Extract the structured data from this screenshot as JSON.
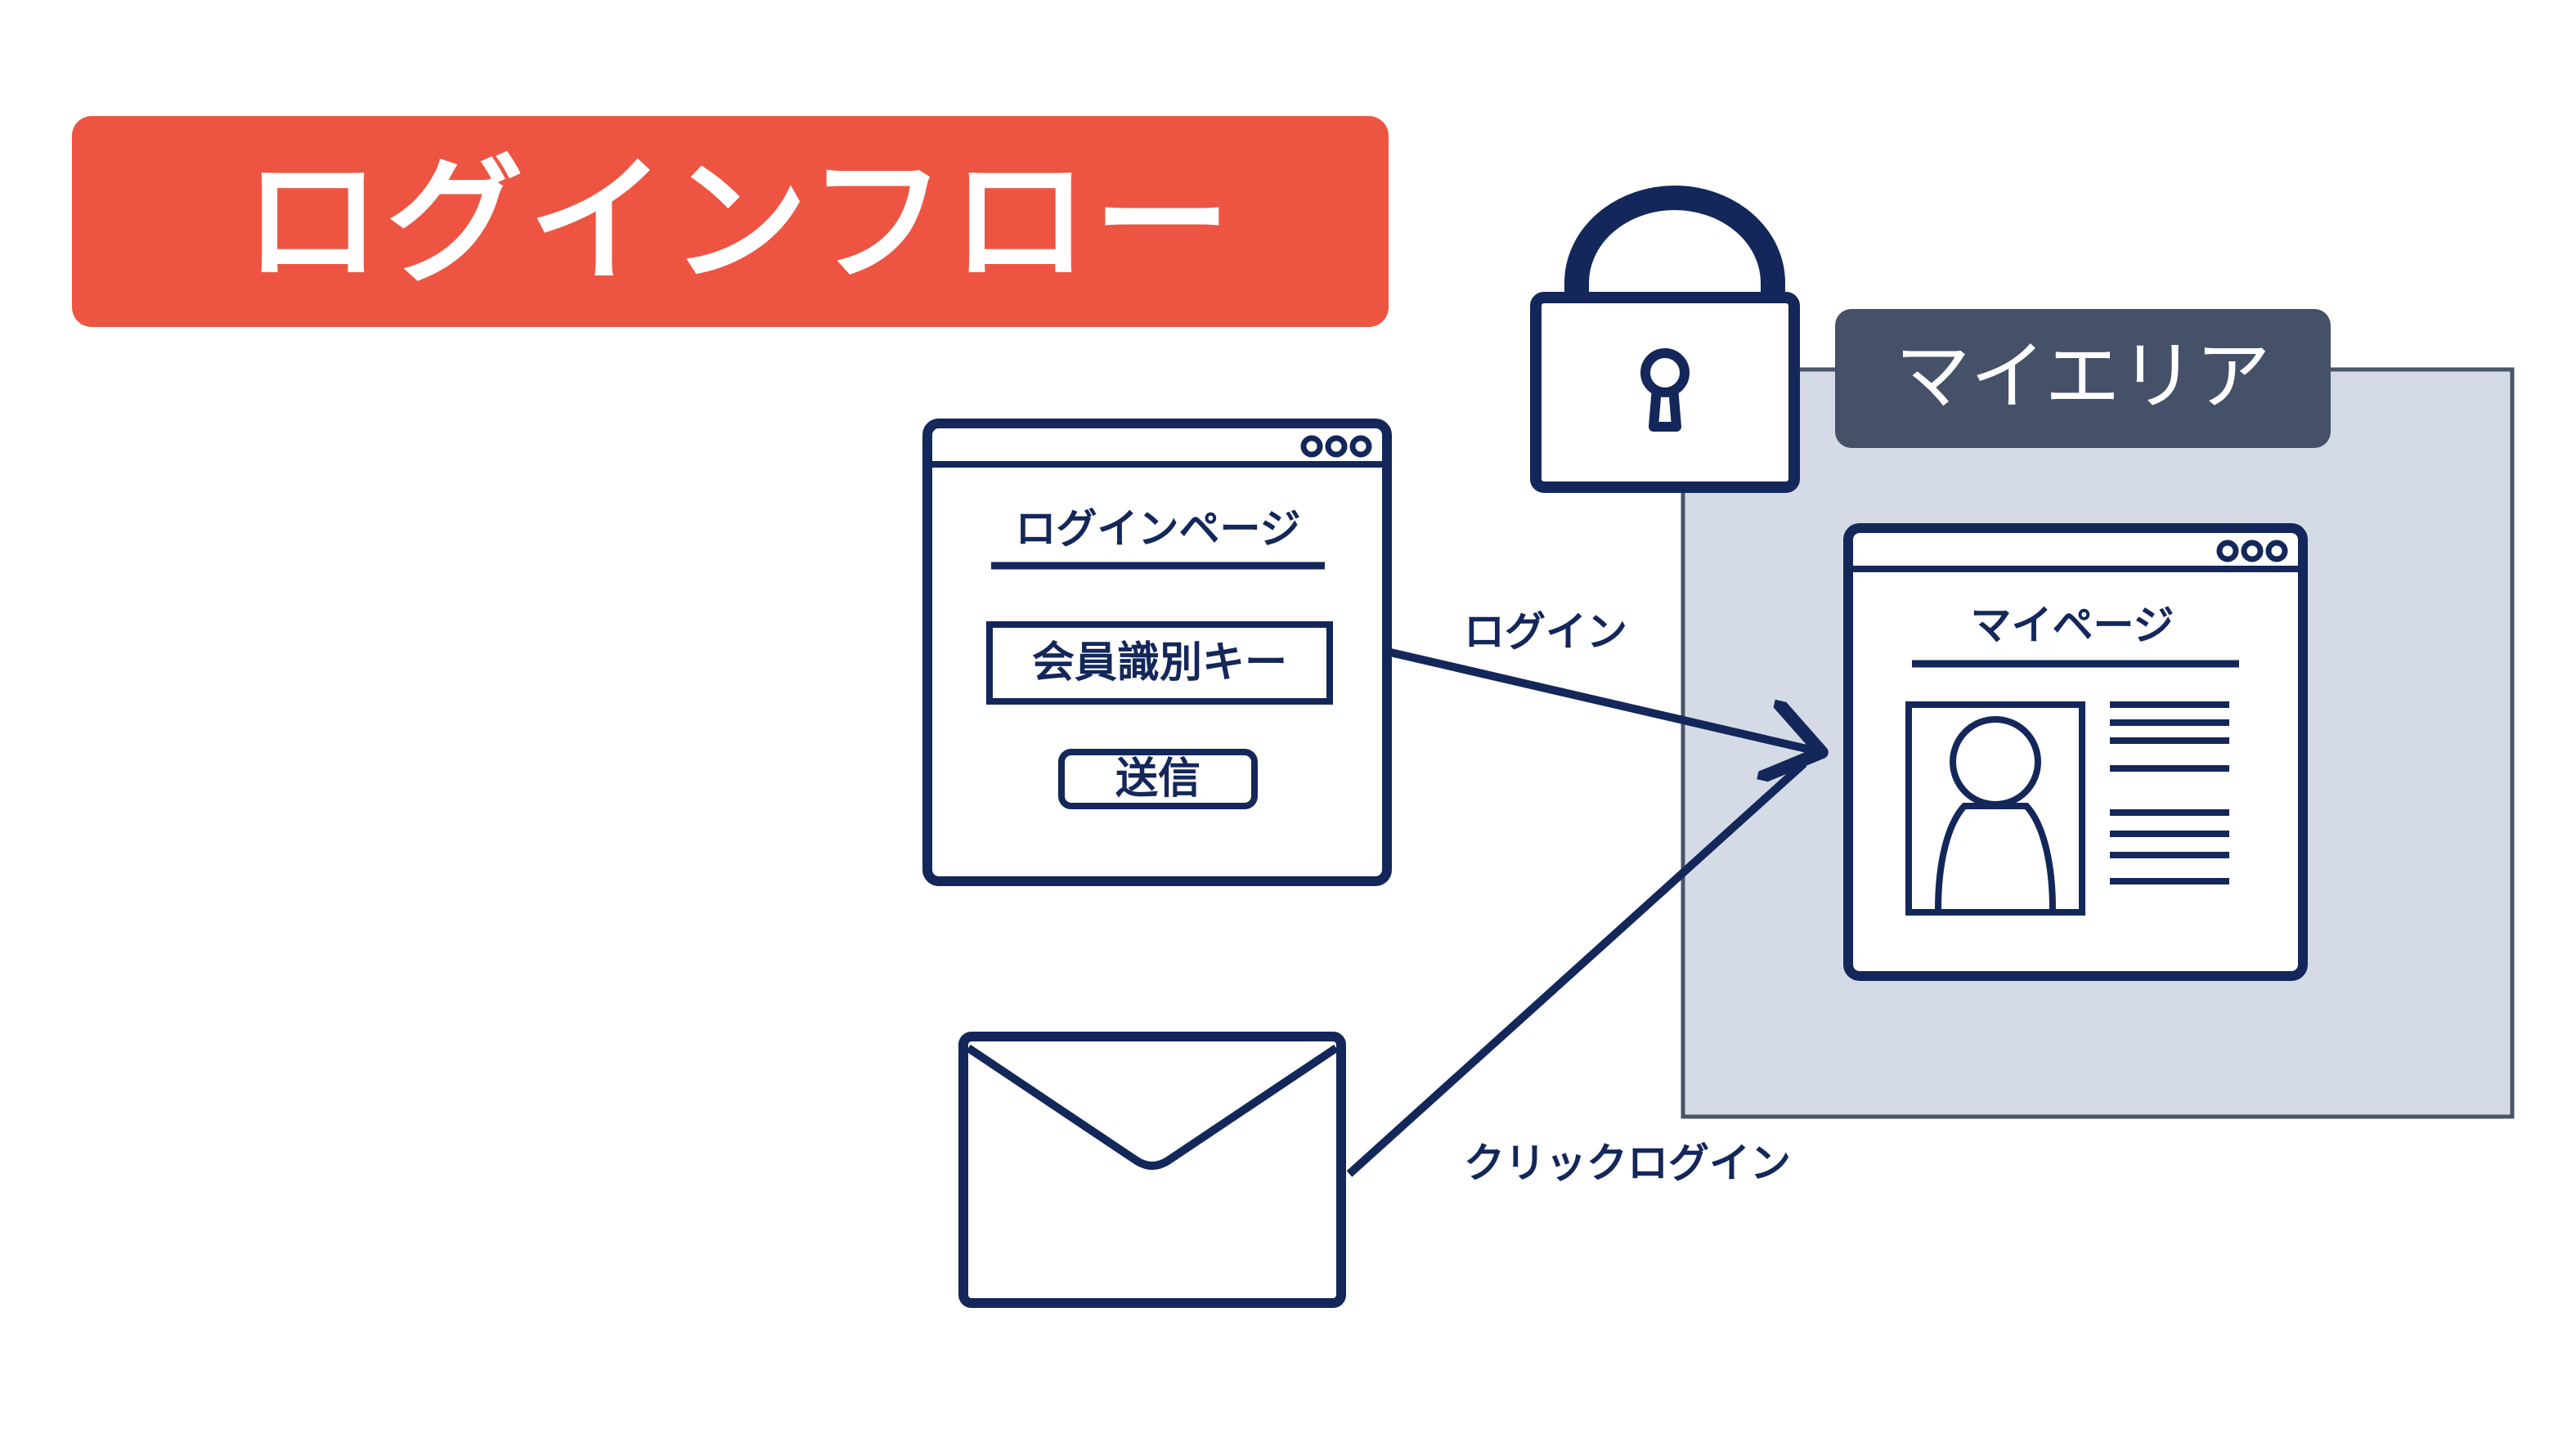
{
  "title": "ログインフロー",
  "my_area": {
    "label": "マイエリア"
  },
  "login_page": {
    "heading": "ログインページ",
    "member_key_field": "会員識別キー",
    "submit_label": "送信"
  },
  "my_page": {
    "heading": "マイページ"
  },
  "arrows": {
    "login_label": "ログイン",
    "click_login_label": "クリックログイン"
  },
  "colors": {
    "banner": "#ed5542",
    "navy": "#14275a",
    "area_fill": "#d5dbe6",
    "area_border": "#4a5568",
    "area_tab": "#445168"
  },
  "icons": {
    "lock": "lock-icon",
    "mail": "envelope-icon",
    "user": "user-avatar-icon",
    "window_controls": "window-dots-icon"
  }
}
